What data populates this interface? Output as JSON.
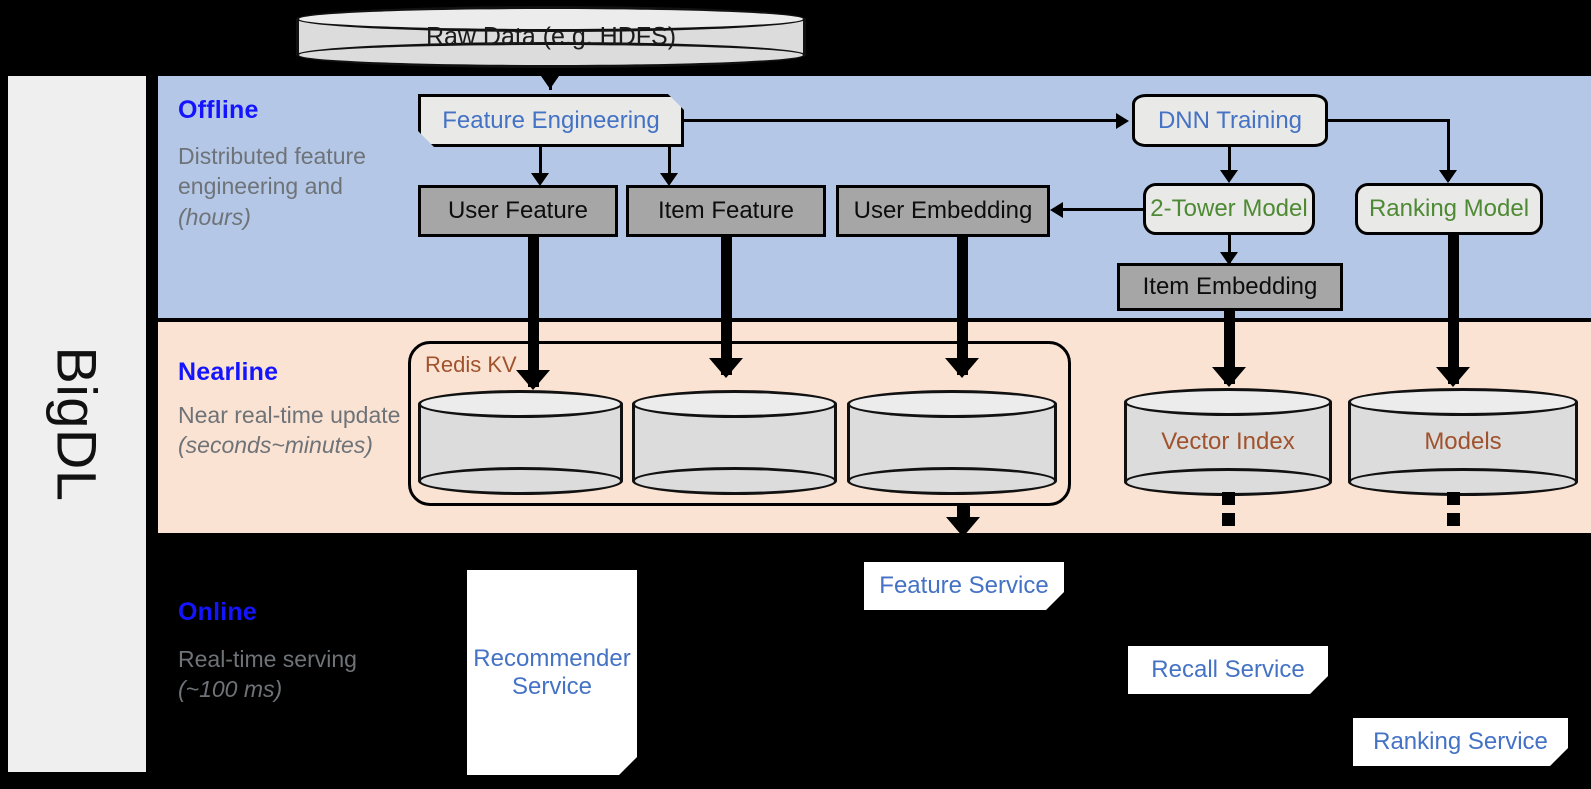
{
  "framework": {
    "name": "BigDL"
  },
  "top_source": {
    "label": "Raw Data (e.g. HDFS)",
    "icon": "database-cylinder-icon"
  },
  "bands": [
    {
      "id": "offline",
      "title": "Offline",
      "subtitle": "Distributed feature engineering and ",
      "subtitle_italic": "(hours)",
      "bg_color": "#b4c7e7",
      "title_color": "#1414ff"
    },
    {
      "id": "nearline",
      "title": "Nearline",
      "subtitle": "Near real-time update ",
      "subtitle_italic": "(seconds~minutes)",
      "bg_color": "#fbe3d3",
      "title_color": "#1414ff"
    },
    {
      "id": "online",
      "title": "Online",
      "subtitle": "Real-time serving ",
      "subtitle_italic": "(~100 ms)",
      "bg_color": "#000000",
      "title_color": "#1414ff"
    }
  ],
  "offline": {
    "feature_engineering": {
      "label": "Feature Engineering",
      "text_color": "#4472c4"
    },
    "dnn_training": {
      "label": "DNN Training",
      "text_color": "#4472c4"
    },
    "user_feature": {
      "label": "User Feature",
      "text_color": "#0d0d0d"
    },
    "item_feature": {
      "label": "Item Feature",
      "text_color": "#0d0d0d"
    },
    "user_embedding": {
      "label": "User Embedding",
      "text_color": "#0d0d0d"
    },
    "item_embedding": {
      "label": "Item Embedding",
      "text_color": "#0d0d0d"
    },
    "two_tower_model": {
      "label": "2-Tower Model",
      "text_color": "#4e8a33"
    },
    "ranking_model": {
      "label": "Ranking Model",
      "text_color": "#4e8a33"
    }
  },
  "nearline": {
    "redis_kv": {
      "label": "Redis KV",
      "text_color": "#a0522d"
    },
    "stores": [
      {
        "label": "",
        "name": "user-feature-store"
      },
      {
        "label": "",
        "name": "item-feature-store"
      },
      {
        "label": "",
        "name": "user-embedding-store"
      }
    ],
    "vector_index": {
      "label": "Vector Index",
      "text_color": "#a0522d"
    },
    "models": {
      "label": "Models",
      "text_color": "#a0522d"
    }
  },
  "online": {
    "recommender_service": {
      "label": "Recommender Service",
      "text_color": "#4472c4"
    },
    "feature_service": {
      "label": "Feature Service",
      "text_color": "#4472c4"
    },
    "recall_service": {
      "label": "Recall Service",
      "text_color": "#4472c4"
    },
    "ranking_service": {
      "label": "Ranking Service",
      "text_color": "#4472c4"
    }
  },
  "colors": {
    "offline_bg": "#b4c7e7",
    "nearline_bg": "#fbe3d3",
    "online_bg": "#000000",
    "gray_box": "#a6a6a6",
    "light_box": "#e9e9e7",
    "accent_blue": "#1414ff",
    "text_blue": "#4472c4",
    "text_green": "#4e8a33",
    "text_brown": "#a0522d",
    "rail_bg": "#efefef"
  }
}
